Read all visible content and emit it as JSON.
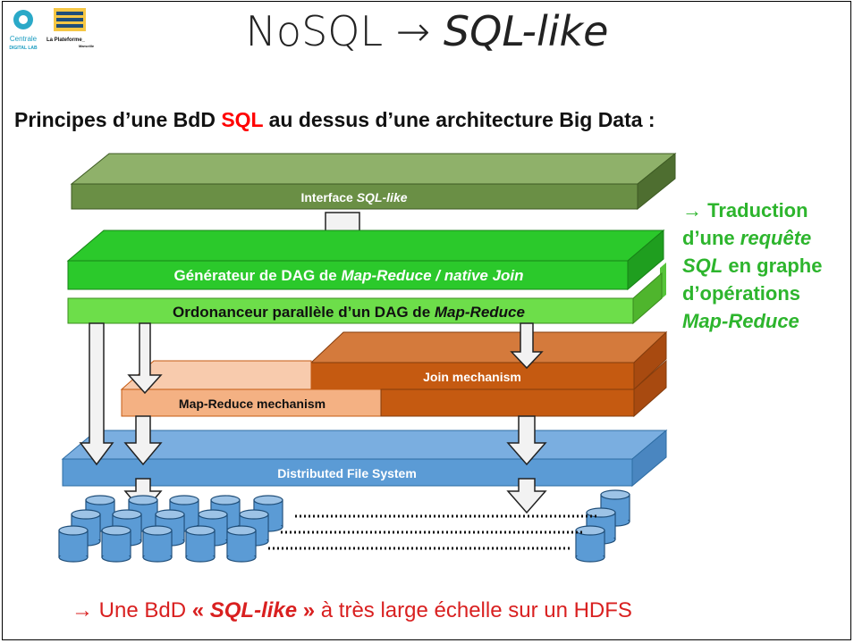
{
  "title": {
    "prefix": "NoSQL",
    "arrow": "→",
    "suffix": "SQL-like"
  },
  "subtitle": {
    "before": "Principes d’une BdD ",
    "sql": "SQL",
    "after": " au dessus d’une architecture Big Data :"
  },
  "logos": {
    "left_top": "Centrale",
    "left_bottom": "DIGITAL LAB",
    "right_top": "La Plateforme_",
    "right_bottom": "Marseille"
  },
  "layers": {
    "interface": {
      "label": "Interface ",
      "italic": "SQL-like"
    },
    "generator": {
      "label": "Générateur de DAG de ",
      "italic": "Map-Reduce / native Join"
    },
    "scheduler": {
      "label": "Ordonanceur parallèle d’un DAG de ",
      "italic": "Map-Reduce"
    },
    "join": "Join mechanism",
    "mapreduce": "Map-Reduce mechanism",
    "dfs": "Distributed File System"
  },
  "side_note": {
    "arrow": "→",
    "l1": " Traduction",
    "l2": "d’une ",
    "l2i": "requête",
    "l3i": "SQL",
    "l3": " en graphe",
    "l4": "d’opérations",
    "l5i": "Map-Reduce"
  },
  "bottom_note": {
    "arrow": "→",
    "text1": " Une BdD ",
    "quote_open": "« ",
    "em": "SQL-like",
    "quote_close": " »",
    "text2": " à très large échelle sur un HDFS"
  },
  "colors": {
    "interface": "#6a8f45",
    "generator": "#2bc92b",
    "scheduler": "#6dde4a",
    "join": "#c55a11",
    "mapreduce": "#f4b183",
    "dfs": "#5b9bd5",
    "accent_red": "#ff0000",
    "accent_green": "#2db52d"
  }
}
